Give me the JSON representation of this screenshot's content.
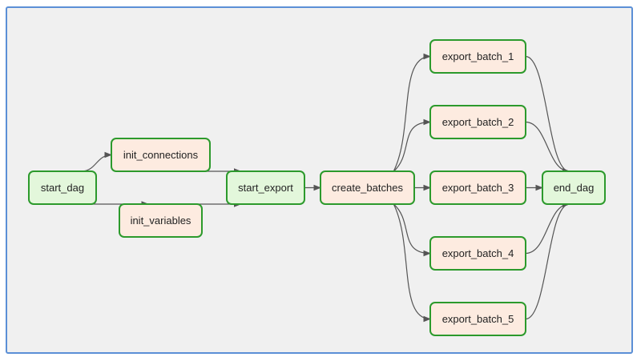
{
  "diagram": {
    "colors": {
      "node_border": "#2c9a2c",
      "operator_fill": "#fdebe0",
      "marker_fill": "#e3f7db",
      "edge": "#555555",
      "frame_border": "#5b8fd6",
      "background": "#f0f0f0"
    },
    "nodes": [
      {
        "id": "start_dag",
        "label": "start_dag",
        "kind": "marker"
      },
      {
        "id": "init_connections",
        "label": "init_connections",
        "kind": "operator"
      },
      {
        "id": "init_variables",
        "label": "init_variables",
        "kind": "operator"
      },
      {
        "id": "start_export",
        "label": "start_export",
        "kind": "marker"
      },
      {
        "id": "create_batches",
        "label": "create_batches",
        "kind": "operator"
      },
      {
        "id": "export_batch_1",
        "label": "export_batch_1",
        "kind": "operator"
      },
      {
        "id": "export_batch_2",
        "label": "export_batch_2",
        "kind": "operator"
      },
      {
        "id": "export_batch_3",
        "label": "export_batch_3",
        "kind": "operator"
      },
      {
        "id": "export_batch_4",
        "label": "export_batch_4",
        "kind": "operator"
      },
      {
        "id": "export_batch_5",
        "label": "export_batch_5",
        "kind": "operator"
      },
      {
        "id": "end_dag",
        "label": "end_dag",
        "kind": "marker"
      }
    ],
    "edges": [
      [
        "start_dag",
        "init_connections"
      ],
      [
        "start_dag",
        "init_variables"
      ],
      [
        "init_connections",
        "start_export"
      ],
      [
        "init_variables",
        "start_export"
      ],
      [
        "start_export",
        "create_batches"
      ],
      [
        "create_batches",
        "export_batch_1"
      ],
      [
        "create_batches",
        "export_batch_2"
      ],
      [
        "create_batches",
        "export_batch_3"
      ],
      [
        "create_batches",
        "export_batch_4"
      ],
      [
        "create_batches",
        "export_batch_5"
      ],
      [
        "export_batch_1",
        "end_dag"
      ],
      [
        "export_batch_2",
        "end_dag"
      ],
      [
        "export_batch_3",
        "end_dag"
      ],
      [
        "export_batch_4",
        "end_dag"
      ],
      [
        "export_batch_5",
        "end_dag"
      ]
    ]
  }
}
